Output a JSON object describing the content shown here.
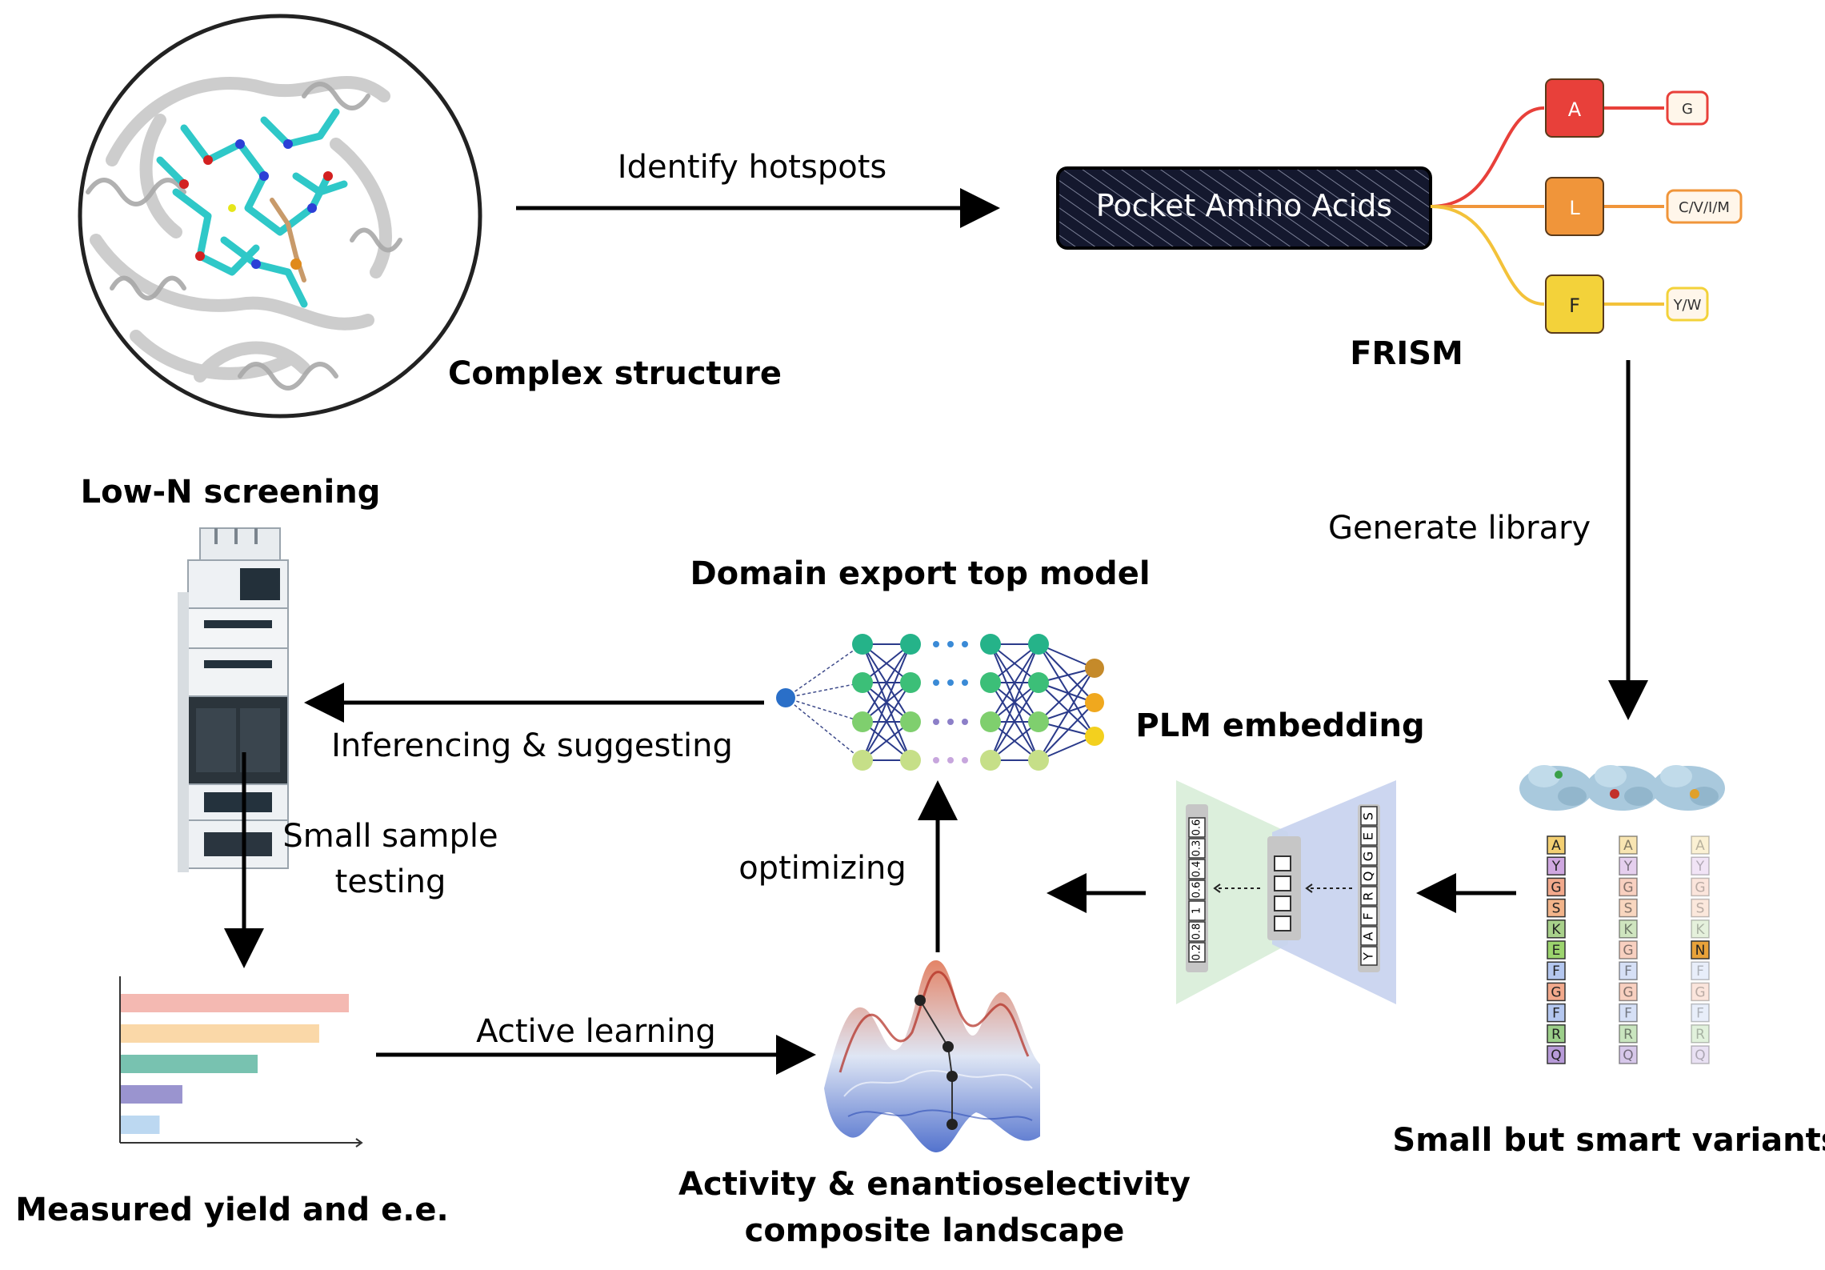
{
  "labels": {
    "complex_structure": "Complex structure",
    "identify_hotspots": "Identify hotspots",
    "pocket_amino_acids": "Pocket Amino Acids",
    "frism": "FRISM",
    "generate_library": "Generate library",
    "low_n_screening": "Low-N screening",
    "domain_export_top_model": "Domain export top model",
    "plm_embedding": "PLM embedding",
    "inferencing_suggesting": "Inferencing & suggesting",
    "small_sample_line1": "Small sample",
    "small_sample_line2": "testing",
    "optimizing": "optimizing",
    "active_learning": "Active learning",
    "measured_yield": "Measured yield and e.e.",
    "landscape_line1": "Activity & enantioselectivity",
    "landscape_line2": "composite landscape",
    "small_but_smart": "Small but smart variants"
  },
  "frism_tree": {
    "nodes": [
      {
        "aa": "A",
        "subs": "G",
        "color": "#e8403a"
      },
      {
        "aa": "L",
        "subs": "C/V/I/M",
        "color": "#f0953a"
      },
      {
        "aa": "F",
        "subs": "Y/W",
        "color": "#f3d23a"
      }
    ]
  },
  "plm": {
    "values": [
      "0.2",
      "0.8",
      "1",
      "0.6",
      "0.4",
      "0.3",
      "0.6"
    ],
    "sequence": [
      "Y",
      "A",
      "F",
      "R",
      "Q",
      "G",
      "E",
      "S"
    ]
  },
  "variants": {
    "columns": [
      [
        "A",
        "Y",
        "G",
        "S",
        "K",
        "E",
        "F",
        "G",
        "F",
        "R",
        "Q"
      ],
      [
        "A",
        "Y",
        "G",
        "S",
        "K",
        "G",
        "F",
        "G",
        "F",
        "R",
        "Q"
      ],
      [
        "A",
        "Y",
        "G",
        "S",
        "K",
        "N",
        "F",
        "G",
        "F",
        "R",
        "Q"
      ]
    ],
    "aa_colors": {
      "A": "#f3cf72",
      "Y": "#cfa7e0",
      "G": "#f2a98c",
      "S": "#f2b48a",
      "K": "#a8d08a",
      "E": "#9cd46e",
      "F": "#b4c7ef",
      "R": "#9ccf8a",
      "Q": "#b79ad8",
      "N": "#e8a23a"
    }
  },
  "bar_chart": {
    "values": [
      1.0,
      0.87,
      0.6,
      0.27,
      0.17
    ],
    "colors": [
      "#f4b9b2",
      "#fad8a8",
      "#78c2b0",
      "#9a94cf",
      "#bcd8f1"
    ]
  }
}
